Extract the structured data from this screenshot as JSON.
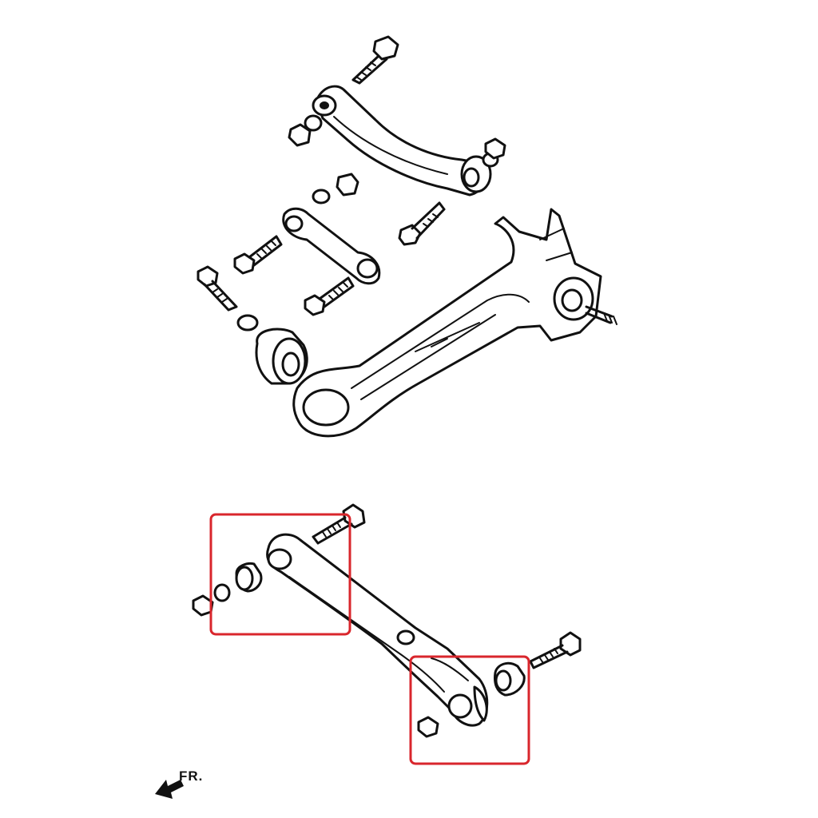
{
  "direction_label": "FR.",
  "highlight_color": "#d9262c",
  "line_color": "#111111",
  "background": "#ffffff",
  "highlights": [
    {
      "name": "front-bushing-group"
    },
    {
      "name": "rear-bushing-group"
    }
  ]
}
